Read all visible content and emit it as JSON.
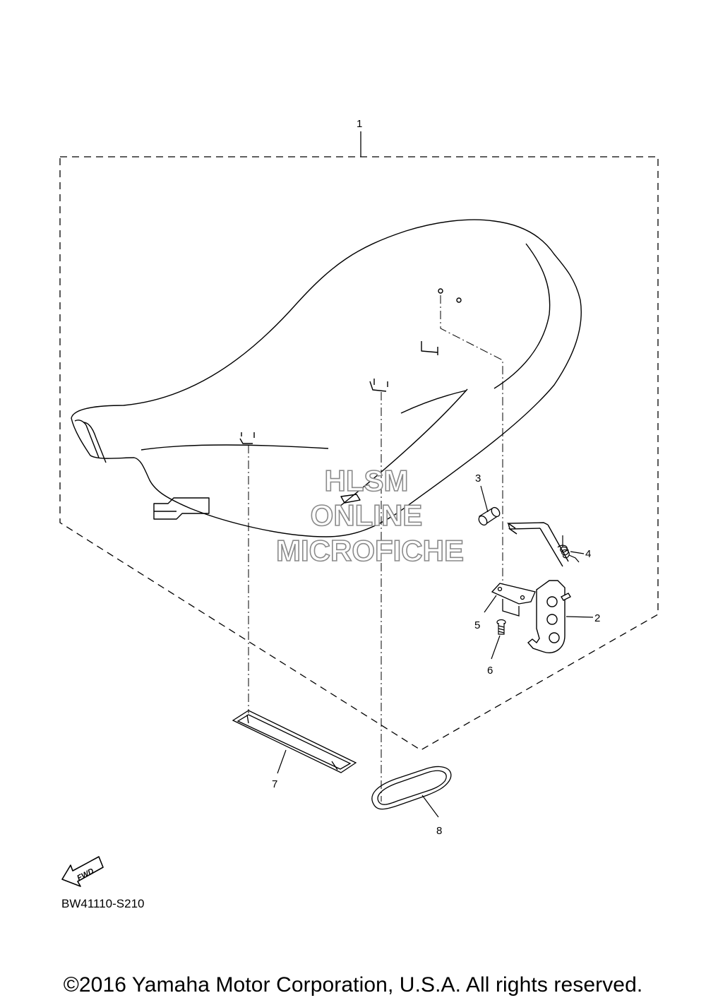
{
  "callouts": {
    "c1": "1",
    "c2": "2",
    "c3": "3",
    "c4": "4",
    "c5": "5",
    "c6": "6",
    "c7": "7",
    "c8": "8"
  },
  "watermark": {
    "line1": "HLSM",
    "line2": "ONLINE",
    "line3": "MICROFICHE"
  },
  "fwd_label": "FWD",
  "diagram_code": "BW41110-S210",
  "copyright": "©2016 Yamaha Motor Corporation, U.S.A. All rights reserved."
}
